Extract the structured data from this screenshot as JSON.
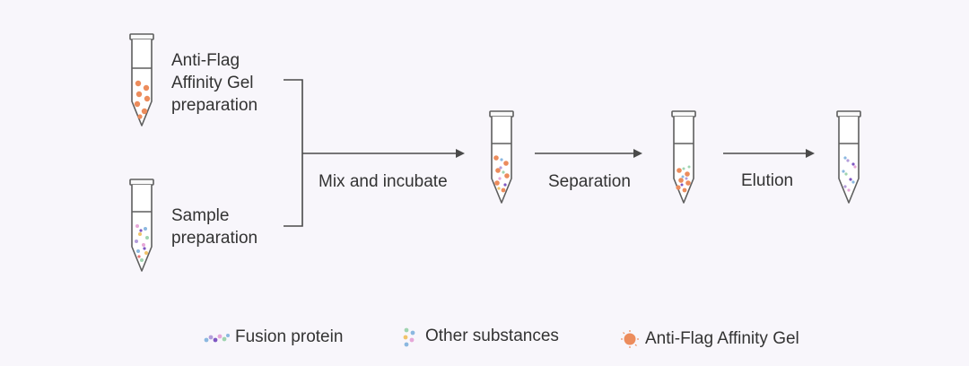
{
  "diagram": {
    "steps": {
      "gel_prep": [
        "Anti-Flag",
        "Affinity Gel",
        "preparation"
      ],
      "sample_prep": [
        "Sample",
        "preparation"
      ],
      "mix": "Mix and incubate",
      "separation": "Separation",
      "elution": "Elution"
    },
    "legend": {
      "fusion_protein": "Fusion protein",
      "other_substances": "Other substances",
      "affinity_gel": "Anti-Flag Affinity Gel"
    },
    "colors": {
      "gel_bead": "#ec8c5c",
      "tube_stroke": "#5e5e5e",
      "arrow": "#4a4a4a",
      "liquid": "#ffffff"
    }
  }
}
